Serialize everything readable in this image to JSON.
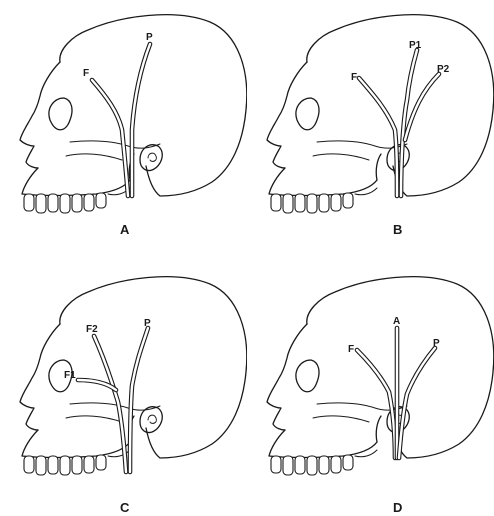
{
  "figure": {
    "panels": [
      {
        "letter": "A",
        "vessel_labels": [
          "F",
          "P"
        ]
      },
      {
        "letter": "B",
        "vessel_labels": [
          "F",
          "P1",
          "P2"
        ]
      },
      {
        "letter": "C",
        "vessel_labels": [
          "F2",
          "F1",
          "P"
        ]
      },
      {
        "letter": "D",
        "vessel_labels": [
          "A",
          "F",
          "P"
        ]
      }
    ]
  }
}
